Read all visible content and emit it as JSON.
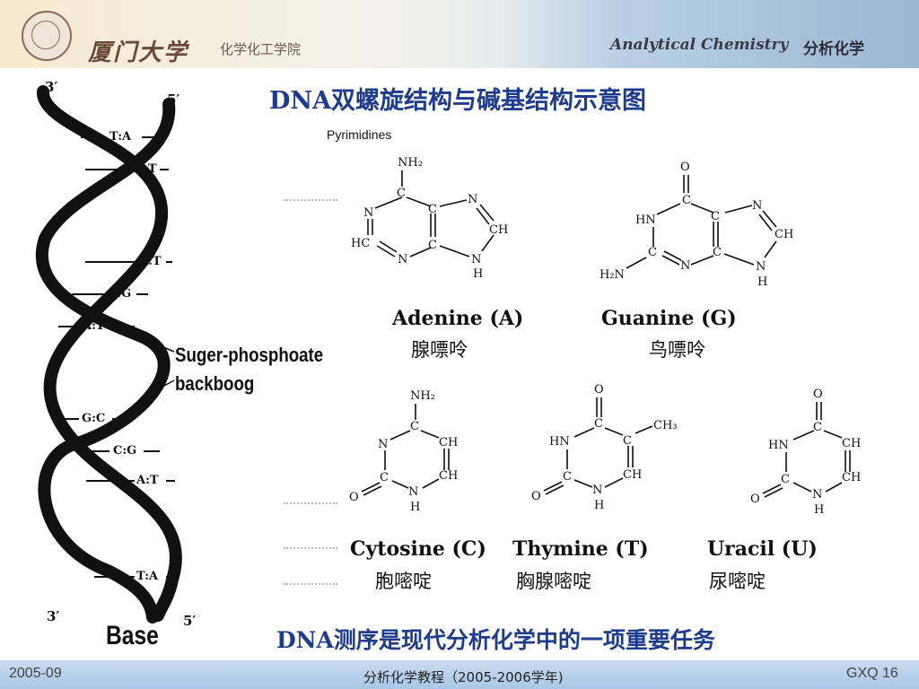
{
  "header": {
    "university_logo_text": "厦门大学",
    "college": "化学化工学院",
    "course_en": "Analytical Chemistry",
    "course_zh": "分析化学"
  },
  "title": "DNA双螺旋结构与碱基结构示意图",
  "helix": {
    "end_top_left": "3′",
    "end_top_right": "5′",
    "end_bottom_left": "3′",
    "end_bottom_right": "5′",
    "pairs": [
      "T:A",
      "A:T",
      "A:T",
      "C:G",
      "A:T",
      "G:C",
      "C:G",
      "A:T",
      "T:A"
    ],
    "backbone_label_1": "Suger-phosphoate",
    "backbone_label_2": "backboog",
    "base_label": "Base"
  },
  "pyrimidines_label": "Pyrimidines",
  "bases": [
    {
      "name_en": "Adenine (A)",
      "name_zh": "腺嘌呤"
    },
    {
      "name_en": "Guanine (G)",
      "name_zh": "鸟嘌呤"
    },
    {
      "name_en": "Cytosine (C)",
      "name_zh": "胞嘧啶"
    },
    {
      "name_en": "Thymine (T)",
      "name_zh": "胸腺嘧啶"
    },
    {
      "name_en": "Uracil (U)",
      "name_zh": "尿嘧啶"
    }
  ],
  "task": "DNA测序是现代分析化学中的一项重要任务",
  "footer": {
    "date": "2005-09",
    "course": "分析化学教程（2005-2006学年)",
    "page": "GXQ 16"
  }
}
